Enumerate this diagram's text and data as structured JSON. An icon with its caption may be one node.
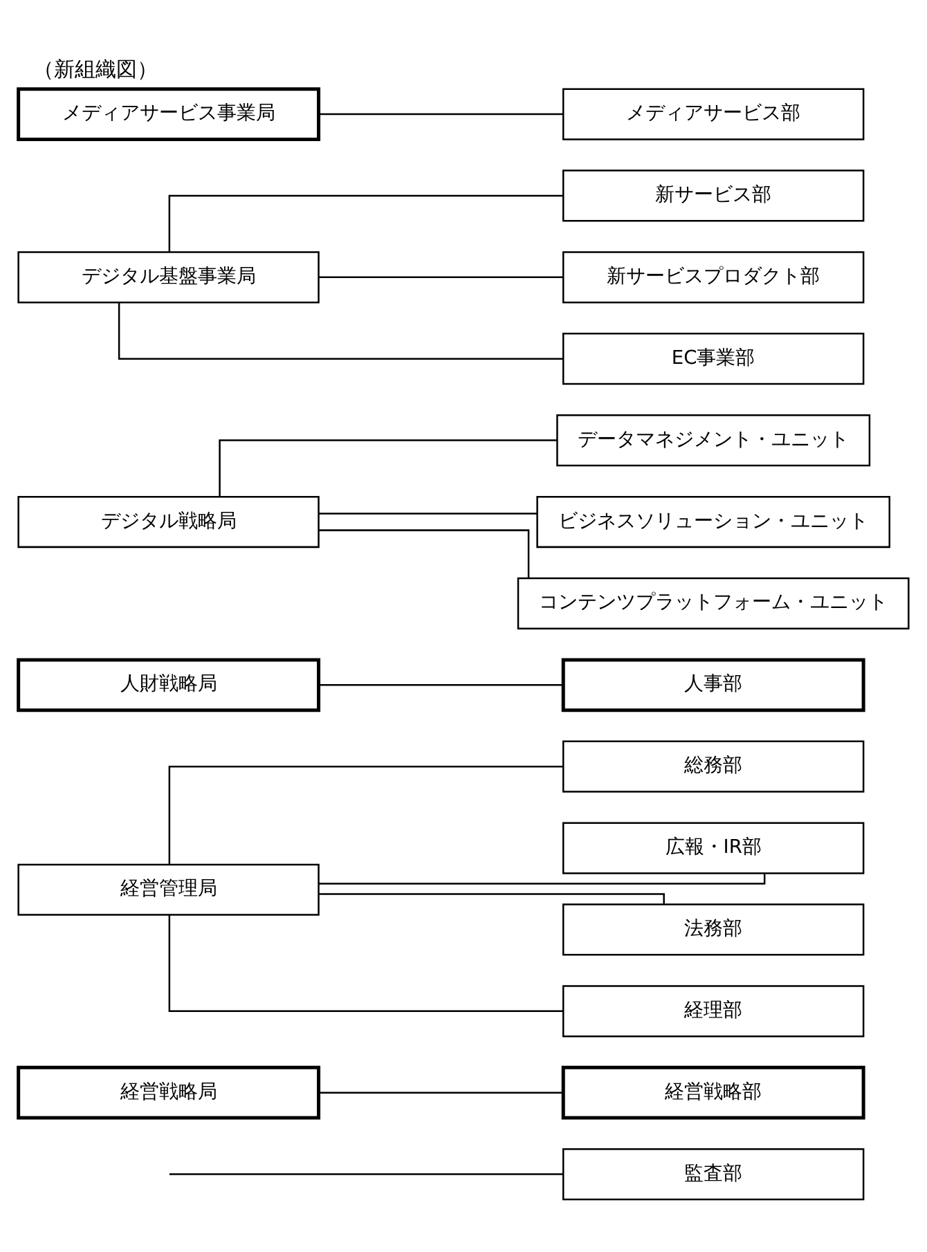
{
  "diagram": {
    "title": "（新組織図）",
    "nodes": [
      {
        "text": [
          "監査部"
        ]
      },
      {
        "text": [
          "経営戦略局"
        ]
      },
      {
        "text": [
          "経営戦略部"
        ]
      },
      {
        "text": [
          "経営管理局"
        ]
      },
      {
        "text": [
          "総務部"
        ]
      },
      {
        "text": [
          "広報・IR部"
        ]
      },
      {
        "text": [
          "法務部"
        ]
      },
      {
        "text": [
          "経理部"
        ]
      },
      {
        "text": [
          "人財戦略局"
        ]
      },
      {
        "text": [
          "人事部"
        ]
      },
      {
        "text": [
          "デジタル戦略局"
        ]
      },
      {
        "text": [
          "データマネジメント・ユニット"
        ]
      },
      {
        "text": [
          "ビジネスソリューション・ユニット"
        ]
      },
      {
        "text": [
          "コンテンツプラットフォーム・ユニット"
        ]
      },
      {
        "text": [
          "デジタル基盤事業局"
        ]
      },
      {
        "text": [
          "新サービス部"
        ]
      },
      {
        "text": [
          "新サービスプロダクト部"
        ]
      },
      {
        "text": [
          "EC事業部"
        ]
      },
      {
        "text": [
          "メディアサービス事業局"
        ]
      },
      {
        "text": [
          "メディアサービス部"
        ]
      }
    ],
    "edges": [
      {
        "from": null,
        "to": 0,
        "arrow": "none"
      },
      {
        "from": 1,
        "to": 2,
        "arrow": "none"
      },
      {
        "from": 3,
        "to": 4,
        "arrow": "none"
      },
      {
        "from": 3,
        "to": 5,
        "arrow": "none"
      },
      {
        "from": 3,
        "to": 6,
        "arrow": "none"
      },
      {
        "from": 3,
        "to": 7,
        "arrow": "none"
      },
      {
        "from": 8,
        "to": 9,
        "arrow": "none"
      },
      {
        "from": 10,
        "to": 11,
        "arrow": "none"
      },
      {
        "from": 10,
        "to": 12,
        "arrow": "none"
      },
      {
        "from": 10,
        "to": 13,
        "arrow": "none"
      },
      {
        "from": 14,
        "to": 15,
        "arrow": "none"
      },
      {
        "from": 14,
        "to": 16,
        "arrow": "none"
      },
      {
        "from": 14,
        "to": 17,
        "arrow": "none"
      },
      {
        "from": 18,
        "to": 19,
        "arrow": "none"
      }
    ]
  }
}
